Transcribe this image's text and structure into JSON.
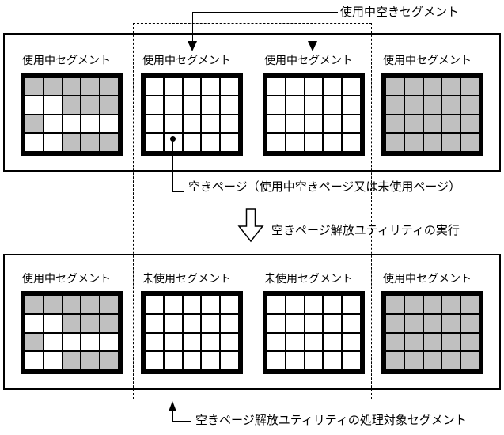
{
  "colors": {
    "used_page": "#c0c0c0",
    "free_page": "#ffffff",
    "line": "#000000",
    "background": "#ffffff"
  },
  "callouts": {
    "in_use_free_segment": "使用中空きセグメント",
    "free_page": "空きページ（使用中空きページ又は未使用ページ）",
    "utility_run": "空きページ解放ユティリティの実行",
    "utility_target": "空きページ解放ユティリティの処理対象セグメント"
  },
  "before_row": {
    "segments": [
      {
        "label": "使用中セグメント",
        "cells": [
          [
            1,
            1,
            1,
            1,
            1
          ],
          [
            0,
            0,
            1,
            1,
            1
          ],
          [
            1,
            0,
            0,
            0,
            0
          ],
          [
            0,
            0,
            1,
            1,
            1
          ]
        ]
      },
      {
        "label": "使用中セグメント",
        "cells": [
          [
            0,
            0,
            0,
            0,
            0
          ],
          [
            0,
            0,
            0,
            0,
            0
          ],
          [
            0,
            0,
            0,
            0,
            0
          ],
          [
            0,
            0,
            0,
            0,
            0
          ]
        ]
      },
      {
        "label": "使用中セグメント",
        "cells": [
          [
            0,
            0,
            0,
            0,
            0
          ],
          [
            0,
            0,
            0,
            0,
            0
          ],
          [
            0,
            0,
            0,
            0,
            0
          ],
          [
            0,
            0,
            0,
            0,
            0
          ]
        ]
      },
      {
        "label": "使用中セグメント",
        "cells": [
          [
            1,
            1,
            1,
            1,
            1
          ],
          [
            1,
            1,
            1,
            1,
            1
          ],
          [
            1,
            1,
            1,
            1,
            1
          ],
          [
            1,
            1,
            1,
            1,
            1
          ]
        ]
      }
    ]
  },
  "after_row": {
    "segments": [
      {
        "label": "使用中セグメント",
        "cells": [
          [
            1,
            1,
            1,
            1,
            1
          ],
          [
            0,
            0,
            1,
            1,
            1
          ],
          [
            1,
            0,
            0,
            0,
            0
          ],
          [
            0,
            0,
            1,
            1,
            1
          ]
        ]
      },
      {
        "label": "未使用セグメント",
        "cells": [
          [
            0,
            0,
            0,
            0,
            0
          ],
          [
            0,
            0,
            0,
            0,
            0
          ],
          [
            0,
            0,
            0,
            0,
            0
          ],
          [
            0,
            0,
            0,
            0,
            0
          ]
        ]
      },
      {
        "label": "未使用セグメント",
        "cells": [
          [
            0,
            0,
            0,
            0,
            0
          ],
          [
            0,
            0,
            0,
            0,
            0
          ],
          [
            0,
            0,
            0,
            0,
            0
          ],
          [
            0,
            0,
            0,
            0,
            0
          ]
        ]
      },
      {
        "label": "使用中セグメント",
        "cells": [
          [
            1,
            1,
            1,
            1,
            1
          ],
          [
            1,
            1,
            1,
            1,
            1
          ],
          [
            1,
            1,
            1,
            1,
            1
          ],
          [
            1,
            1,
            1,
            1,
            1
          ]
        ]
      }
    ]
  }
}
